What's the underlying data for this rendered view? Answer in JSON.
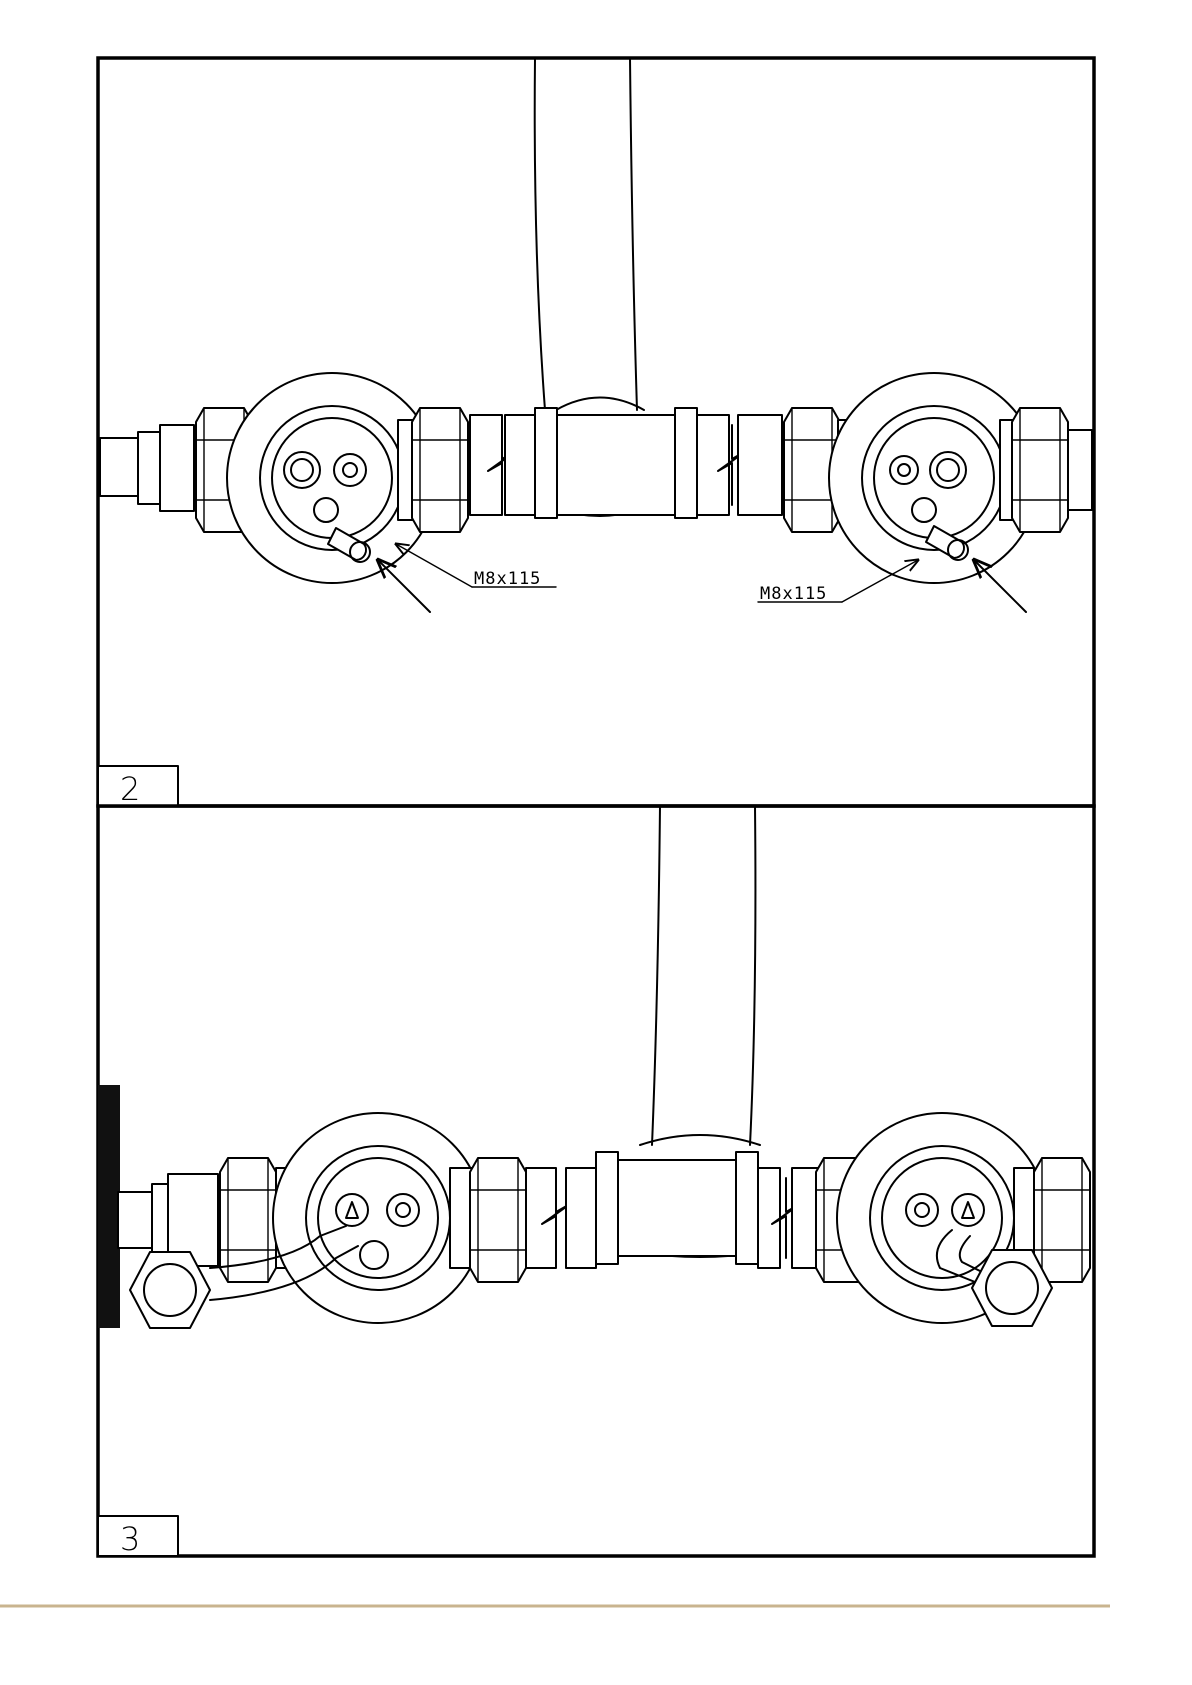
{
  "panels": [
    {
      "number": "2",
      "callouts": [
        {
          "label": "M8x115"
        },
        {
          "label": "M8x115"
        }
      ]
    },
    {
      "number": "3",
      "callouts": []
    }
  ],
  "colors": {
    "line": "#000000",
    "background": "#ffffff",
    "footer_rule": "#c9b48f"
  },
  "icons": [
    "valve-icon",
    "hex-nut-icon",
    "pipe-icon",
    "arrow-icon",
    "hose-icon"
  ]
}
